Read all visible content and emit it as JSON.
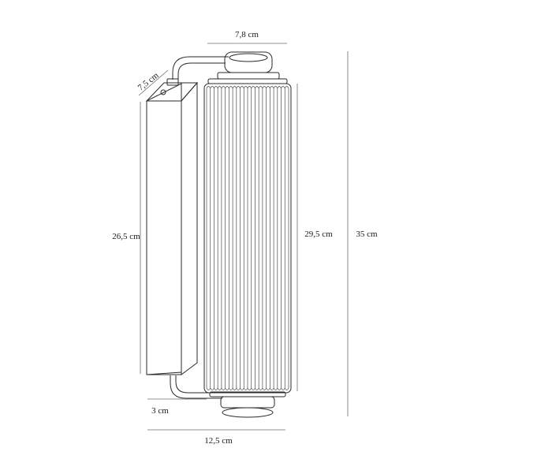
{
  "dimensions": {
    "shade_diameter": "7,8 cm",
    "depth": "7,5 cm",
    "backplate_height": "26,5 cm",
    "shade_height": "29,5 cm",
    "total_height": "35 cm",
    "arm_clearance": "3 cm",
    "total_width": "12,5 cm"
  },
  "colors": {
    "line": "#2a2a2a",
    "dimension_line": "#6b6b6b",
    "text": "#1a1a1a"
  }
}
